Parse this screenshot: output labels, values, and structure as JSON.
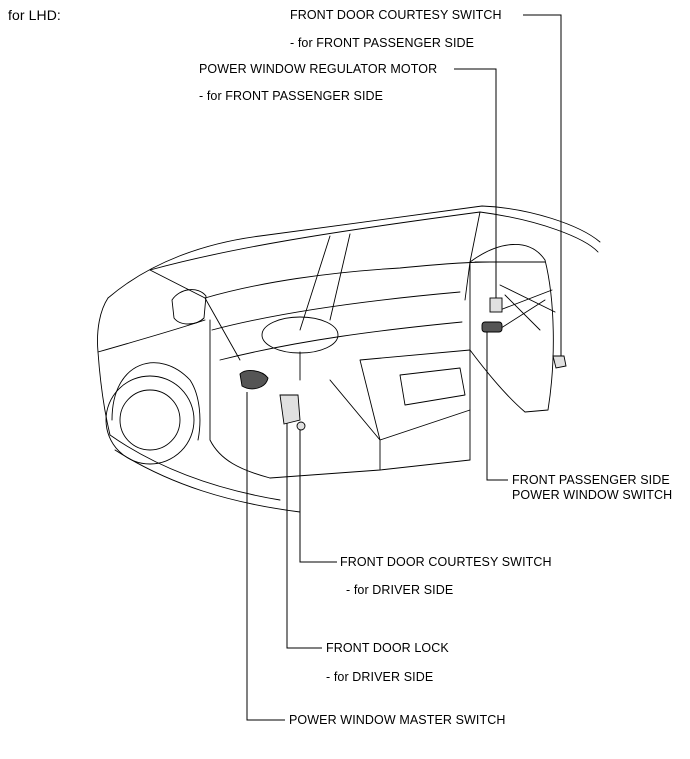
{
  "heading": "for LHD:",
  "callouts": {
    "courtesy_passenger": {
      "line1": "FRONT DOOR COURTESY SWITCH",
      "line2": "- for FRONT PASSENGER SIDE"
    },
    "regulator_motor": {
      "line1": "POWER WINDOW REGULATOR MOTOR",
      "line2": "- for FRONT PASSENGER SIDE"
    },
    "passenger_switch": {
      "line1": "FRONT PASSENGER SIDE",
      "line2": "POWER WINDOW SWITCH"
    },
    "courtesy_driver": {
      "line1": "FRONT DOOR COURTESY SWITCH",
      "line2": "- for DRIVER SIDE"
    },
    "door_lock": {
      "line1": "FRONT DOOR LOCK",
      "line2": "- for DRIVER SIDE"
    },
    "master_switch": {
      "line1": "POWER WINDOW MASTER SWITCH"
    }
  }
}
